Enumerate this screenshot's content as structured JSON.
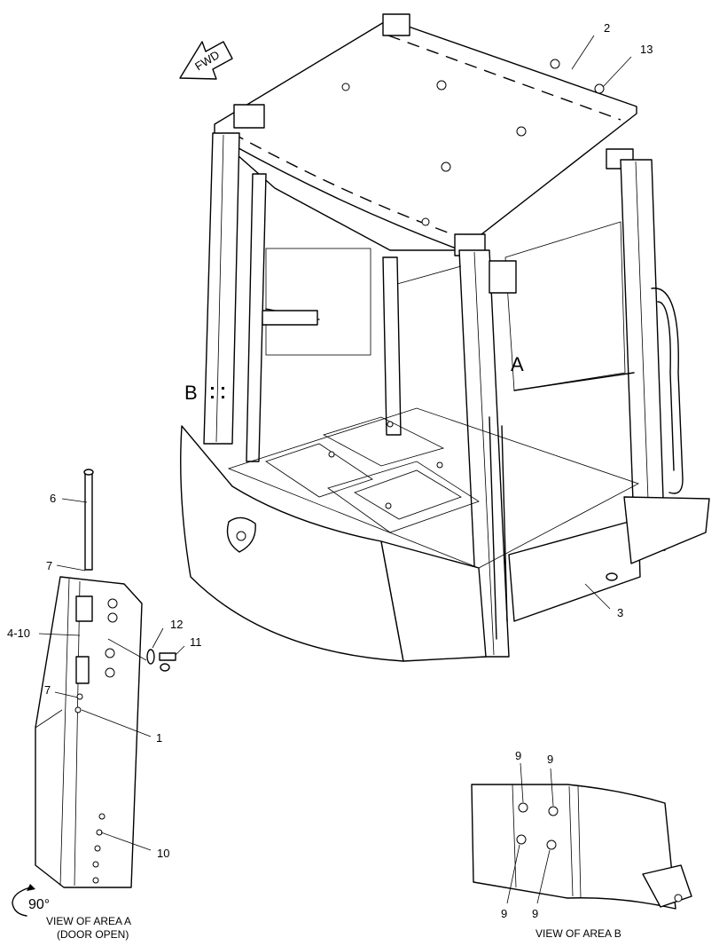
{
  "fwd_label": "FWD",
  "area_markers": {
    "a": "A",
    "b": "B"
  },
  "callouts": {
    "c2": "2",
    "c13": "13",
    "c3": "3",
    "c6": "6",
    "c7_top": "7",
    "c4_10": "4-10",
    "c12": "12",
    "c11": "11",
    "c7_bottom": "7",
    "c1": "1",
    "c10": "10",
    "c9_tl": "9",
    "c9_tr": "9",
    "c9_bl": "9",
    "c9_br": "9"
  },
  "rotation_label": "90°",
  "captions": {
    "view_a_line1": "VIEW OF AREA  A",
    "view_a_line2": "(DOOR OPEN)",
    "view_b": "VIEW OF AREA B"
  }
}
